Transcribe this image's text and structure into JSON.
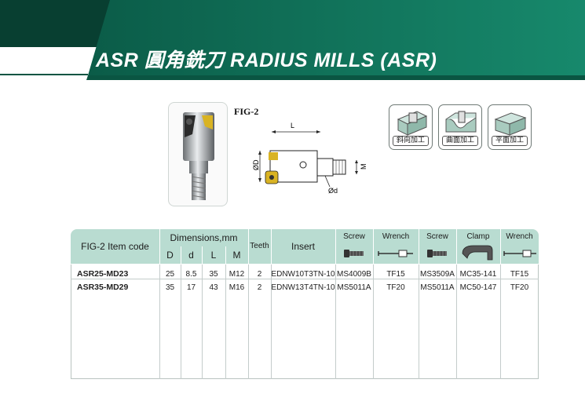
{
  "banner": {
    "title": "ASR 圓角銑刀  RADIUS MILLS (ASR)",
    "color_dark": "#0e6f58",
    "color_light": "#1a8a6e"
  },
  "figure": {
    "label": "FIG-2",
    "dim_L": "L",
    "dim_D": "ØD",
    "dim_d": "Ød",
    "dim_M": "M"
  },
  "processes": [
    {
      "label": "斜向加工",
      "icon": "ramping-icon"
    },
    {
      "label": "曲面加工",
      "icon": "contouring-icon"
    },
    {
      "label": "平面加工",
      "icon": "face-milling-icon"
    }
  ],
  "table": {
    "header_color": "#b9dcd1",
    "item_code_header": "FIG-2 Item code",
    "dimensions_header": "Dimensions,mm",
    "dim_cols": [
      "D",
      "d",
      "L",
      "M"
    ],
    "teeth_header": "Teeth",
    "insert_header": "Insert",
    "accessory_headers": [
      "Screw",
      "Wrench",
      "Screw",
      "Clamp",
      "Wrench"
    ],
    "rows": [
      {
        "code": "ASR25-MD23",
        "D": "25",
        "d": "8.5",
        "L": "35",
        "M": "M12",
        "teeth": "2",
        "insert": "EDNW10T3TN-10",
        "screw1": "MS4009B",
        "wrench1": "TF15",
        "screw2": "MS3509A",
        "clamp": "MC35-141",
        "wrench2": "TF15"
      },
      {
        "code": "ASR35-MD29",
        "D": "35",
        "d": "17",
        "L": "43",
        "M": "M16",
        "teeth": "2",
        "insert": "EDNW13T4TN-10",
        "screw1": "MS5011A",
        "wrench1": "TF20",
        "screw2": "MS5011A",
        "clamp": "MC50-147",
        "wrench2": "TF20"
      }
    ]
  }
}
